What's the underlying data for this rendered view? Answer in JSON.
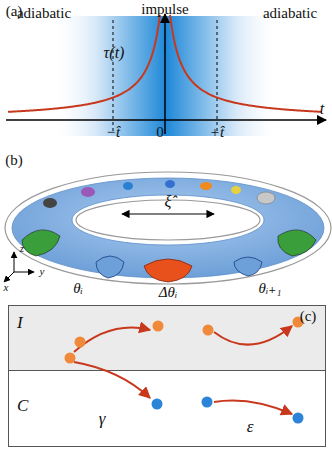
{
  "diagram": {
    "nodes": [
      {
        "text": [
          "I"
        ]
      },
      {
        "text": [
          "C"
        ]
      }
    ],
    "labels": [
      "(a)",
      "adiabatic",
      "impulse",
      "adiabatic",
      "τ(t)",
      "−t̂",
      "0",
      "+t̂",
      "t",
      "(b)",
      "z",
      "y",
      "x",
      "ξ̂",
      "θᵢ",
      "Δθᵢ",
      "θᵢ₊₁",
      "(c)",
      "γ",
      "ε"
    ]
  }
}
